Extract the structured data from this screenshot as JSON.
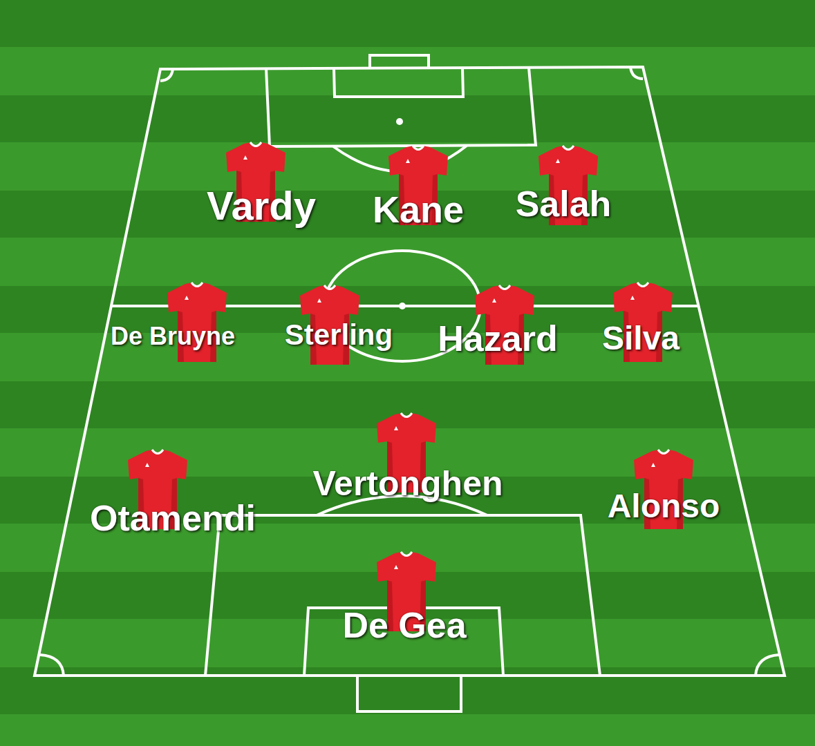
{
  "diagram": {
    "nodes": [
      {
        "text": [
          "Vardy"
        ]
      },
      {
        "text": [
          "Kane"
        ]
      },
      {
        "text": [
          "Salah"
        ]
      },
      {
        "text": [
          "De Bruyne"
        ]
      },
      {
        "text": [
          "Sterling"
        ]
      },
      {
        "text": [
          "Hazard"
        ]
      },
      {
        "text": [
          "Silva"
        ]
      },
      {
        "text": [
          "Vertonghen"
        ]
      },
      {
        "text": [
          "Otamendi"
        ]
      },
      {
        "text": [
          "Alonso"
        ]
      },
      {
        "text": [
          "De Gea"
        ]
      }
    ]
  }
}
